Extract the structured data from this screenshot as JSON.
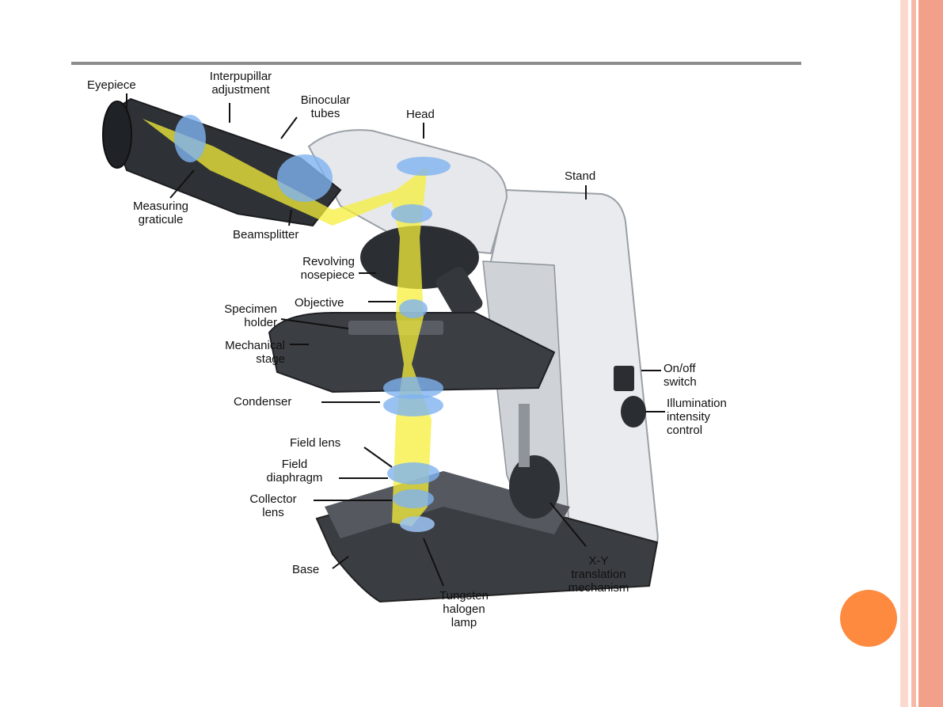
{
  "theme": {
    "stripe_light": "#fbd9cf",
    "stripe_mid": "#f6b9a6",
    "stripe_dark": "#f2a08a",
    "accent_circle": "#fd8a3f",
    "rule": "#8c8c8c",
    "beam": "#f6ef3a",
    "lens": "#7fb3f0"
  },
  "labels": {
    "eyepiece": "Eyepiece",
    "interpupillar": "Interpupillar\nadjustment",
    "binocular": "Binocular\ntubes",
    "head": "Head",
    "stand": "Stand",
    "measuring": "Measuring\ngraticule",
    "beamsplitter": "Beamsplitter",
    "revolving": "Revolving\nnosepiece",
    "objective": "Objective",
    "specimen": "Specimen\nholder",
    "mechanical": "Mechanical\nstage",
    "onoff": "On/off\nswitch",
    "illumination": "Illumination\nintensity\ncontrol",
    "condenser": "Condenser",
    "fieldlens": "Field lens",
    "fielddiaphragm": "Field\ndiaphragm",
    "collector": "Collector\nlens",
    "base": "Base",
    "tungsten": "Tungsten\nhalogen\nlamp",
    "xy": "X-Y\ntranslation\nmechanism"
  }
}
